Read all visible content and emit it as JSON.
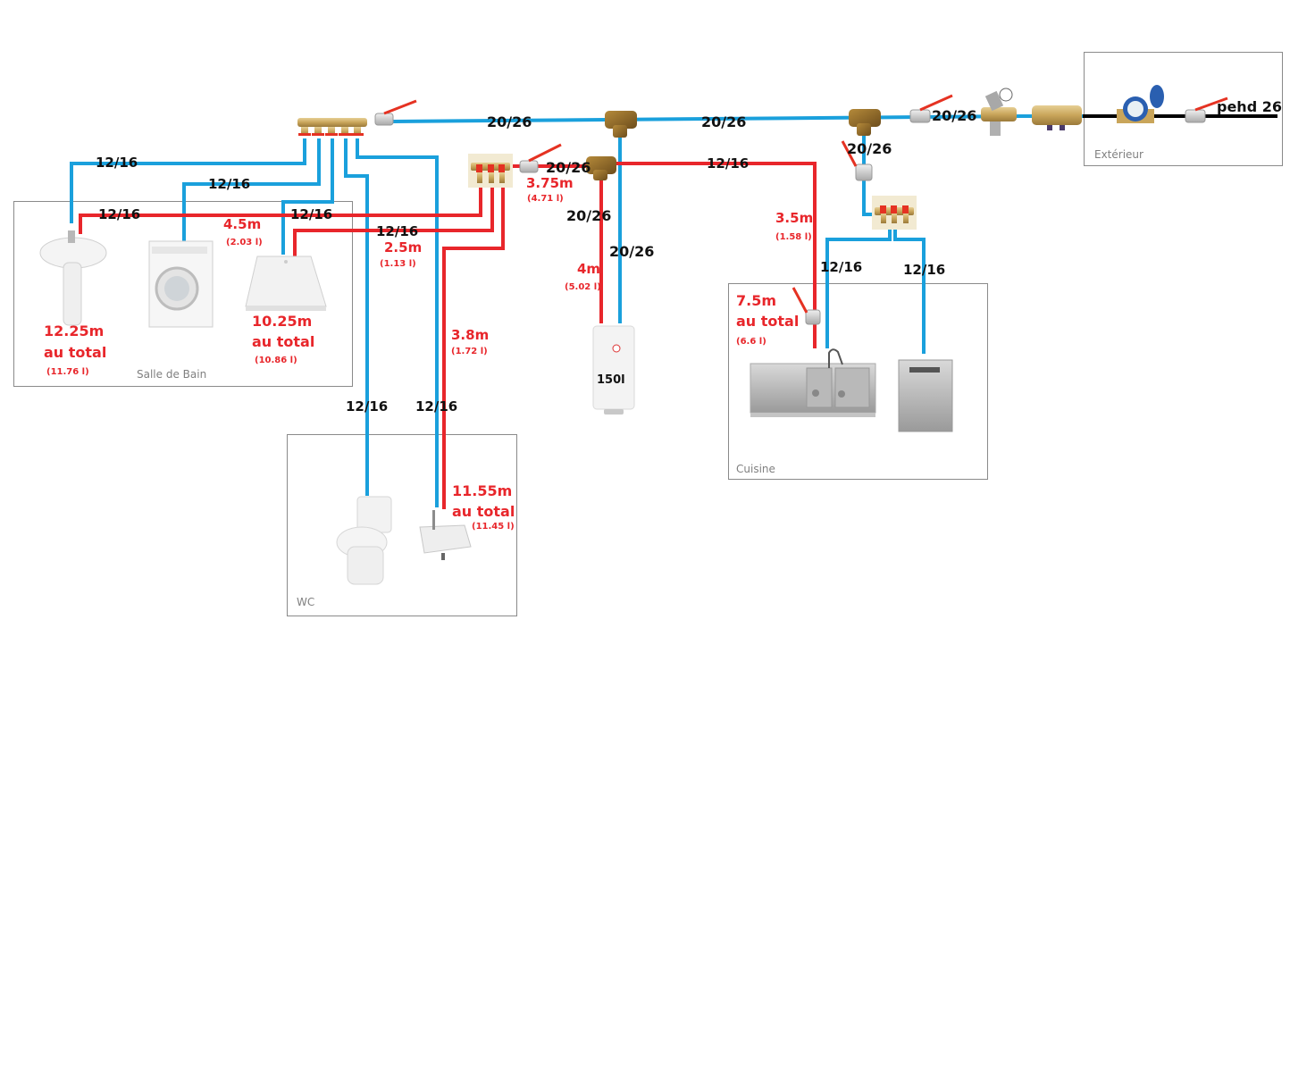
{
  "diagram": {
    "title": "Plumbing distribution schematic",
    "colors": {
      "cold_pipe": "#1aa0dc",
      "hot_pipe": "#e8262b",
      "supply_pipe": "#000000",
      "brass": "#c9a55a",
      "label_dark": "#111111",
      "label_red": "#e8262b",
      "room_border": "#8a8a8a",
      "room_label": "#808080"
    },
    "rooms": {
      "salle_de_bain": "Salle de Bain",
      "wc": "WC",
      "cuisine": "Cuisine",
      "exterieur": "Extérieur"
    },
    "pipe_labels": {
      "pehd": "pehd 26",
      "main_1": "20/26",
      "main_2": "20/26",
      "main_3": "20/26",
      "kitchen_drop": "20/26",
      "hot_tee": "20/26",
      "hot_down": "20/26",
      "cold_to_heater": "20/26",
      "lavabo_cold": "12/16",
      "machine_cold": "12/16",
      "lavabo_hot": "12/16",
      "douche_cold": "12/16",
      "douche_hot": "12/16",
      "kitchen_hot": "12/16",
      "sink_cold": "12/16",
      "dishwasher_cold": "12/16",
      "wc_cold": "12/16",
      "lave_main_cold": "12/16"
    },
    "measures": {
      "lavabo": {
        "length": "12.25m",
        "total": "au total",
        "volume": "(11.76 l)"
      },
      "lavabo_segment": {
        "length": "4.5m",
        "volume": "(2.03 l)"
      },
      "douche_segment": {
        "length": "2.5m",
        "volume": "(1.13 l)"
      },
      "douche": {
        "length": "10.25m",
        "total": "au total",
        "volume": "(10.86 l)"
      },
      "hot_trunk": {
        "length": "3.75m",
        "volume": "(4.71 l)"
      },
      "heater_riser": {
        "length": "4m",
        "volume": "(5.02 l)"
      },
      "lave_main_segment": {
        "length": "3.8m",
        "volume": "(1.72 l)"
      },
      "lave_main": {
        "length": "11.55m",
        "total": "au total",
        "volume": "(11.45 l)"
      },
      "kitchen_segment": {
        "length": "3.5m",
        "volume": "(1.58 l)"
      },
      "evier": {
        "length": "7.5m",
        "total": "au total",
        "volume": "(6.6 l)"
      }
    },
    "water_heater": {
      "capacity": "150l"
    }
  }
}
